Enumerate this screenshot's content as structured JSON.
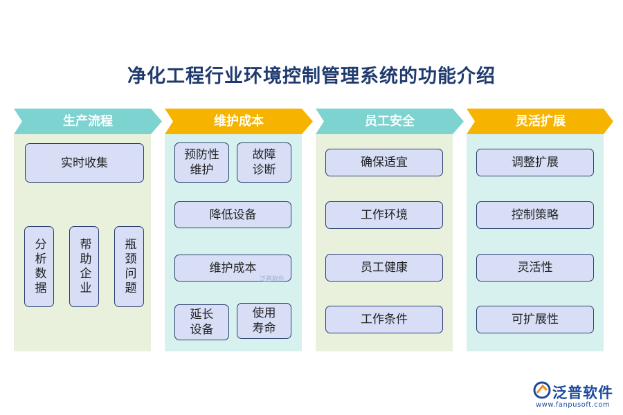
{
  "title": "净化工程行业环境控制管理系统的功能介绍",
  "columns": [
    {
      "header": "生产流程",
      "header_color": "#7dd3cf",
      "top_item": "实时收集",
      "vertical_items": [
        "分析数据",
        "帮助企业",
        "瓶颈问题"
      ]
    },
    {
      "header": "维护成本",
      "header_color": "#f6b400",
      "pair_top": [
        "预防性\n维护",
        "故障\n诊断"
      ],
      "middle_items": [
        "降低设备",
        "维护成本"
      ],
      "pair_bottom": [
        "延长\n设备",
        "使用\n寿命"
      ]
    },
    {
      "header": "员工安全",
      "header_color": "#7dd3cf",
      "items": [
        "确保适宜",
        "工作环境",
        "员工健康",
        "工作条件"
      ]
    },
    {
      "header": "灵活扩展",
      "header_color": "#f6b400",
      "items": [
        "调整扩展",
        "控制策略",
        "灵活性",
        "可扩展性"
      ]
    }
  ],
  "watermark": "泛普软件",
  "logo": {
    "brand": "泛普软件",
    "url": "www.fanpusoft.com",
    "icon": "fanpu-logo-icon",
    "color": "#1b4a9c"
  }
}
